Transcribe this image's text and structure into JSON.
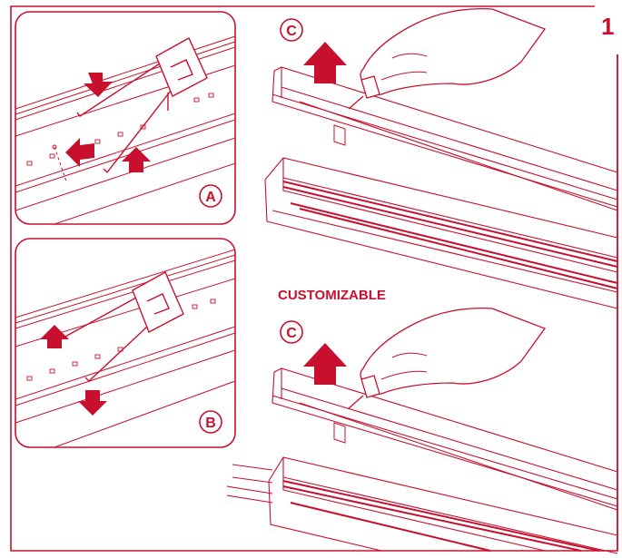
{
  "step_number": "1",
  "panel_a": {
    "label": "A"
  },
  "panel_b": {
    "label": "B"
  },
  "top_figure": {
    "label": "C"
  },
  "bottom_figure": {
    "caption": "CUSTOMIZABLE",
    "label": "C"
  },
  "colors": {
    "accent": "#c8102e",
    "line": "#c8102e",
    "background": "#ffffff"
  },
  "icons": [
    "arrow-icon",
    "hand-icon",
    "clip-icon"
  ]
}
